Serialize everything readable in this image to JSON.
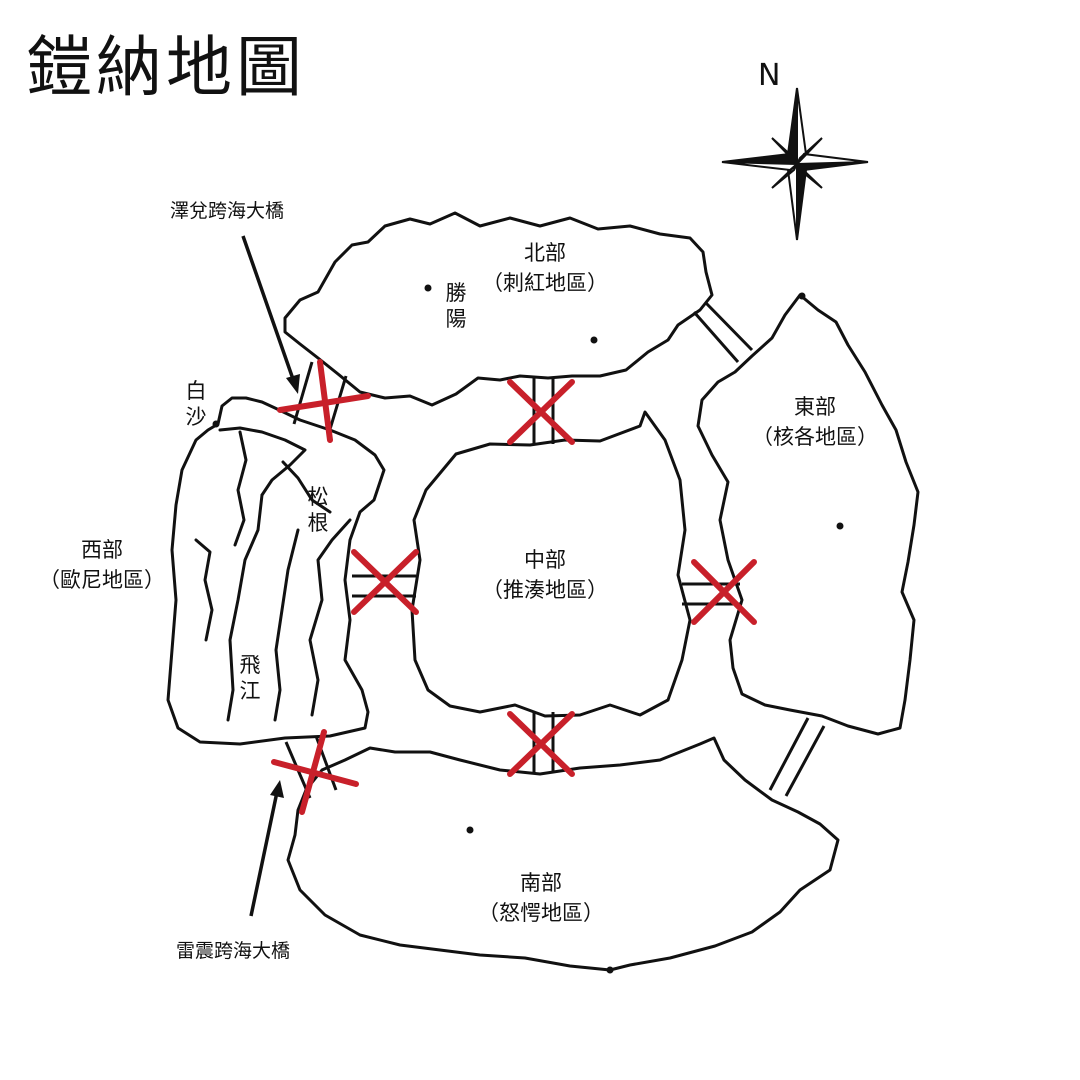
{
  "title": "鎧納地圖",
  "compass": {
    "north": "N"
  },
  "regions": {
    "north": {
      "name": "北部",
      "sub": "（刺紅地區）"
    },
    "east": {
      "name": "東部",
      "sub": "（核各地區）"
    },
    "central": {
      "name": "中部",
      "sub": "（推湊地區）"
    },
    "west": {
      "name": "西部",
      "sub": "（歐尼地區）"
    },
    "south": {
      "name": "南部",
      "sub": "（怒愕地區）"
    }
  },
  "places": {
    "shengyang": "勝陽",
    "baisha": "白沙",
    "songgen": "松根",
    "feijiang": "飛江"
  },
  "bridges": {
    "zedui": "澤兌跨海大橋",
    "leizhen": "雷震跨海大橋"
  },
  "colors": {
    "ink": "#111111",
    "blocked": "#c8202a",
    "land": "#ffffff"
  },
  "icons": [
    "compass-rose-icon",
    "closed-x-icon",
    "pointer-arrow-icon"
  ]
}
